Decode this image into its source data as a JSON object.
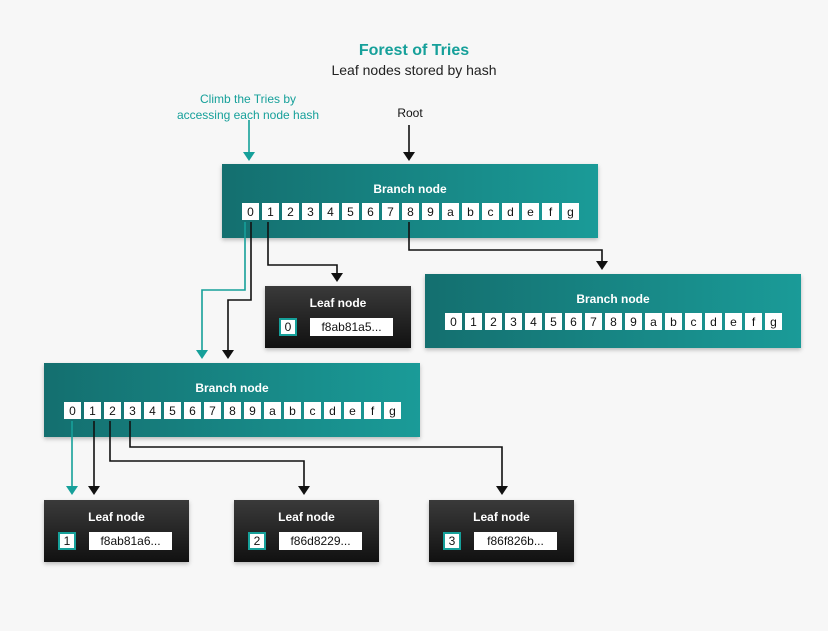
{
  "title": "Forest of Tries",
  "subtitle": "Leaf nodes stored by hash",
  "annotations": {
    "climb_line1": "Climb the Tries by",
    "climb_line2": "accessing each node hash",
    "root": "Root"
  },
  "colors": {
    "teal": "#16a09a",
    "black": "#111111"
  },
  "branch_nodes": [
    {
      "label": "Branch node",
      "cells": [
        "0",
        "1",
        "2",
        "3",
        "4",
        "5",
        "6",
        "7",
        "8",
        "9",
        "a",
        "b",
        "c",
        "d",
        "e",
        "f",
        "g"
      ]
    },
    {
      "label": "Branch node",
      "cells": [
        "0",
        "1",
        "2",
        "3",
        "4",
        "5",
        "6",
        "7",
        "8",
        "9",
        "a",
        "b",
        "c",
        "d",
        "e",
        "f",
        "g"
      ]
    },
    {
      "label": "Branch node",
      "cells": [
        "0",
        "1",
        "2",
        "3",
        "4",
        "5",
        "6",
        "7",
        "8",
        "9",
        "a",
        "b",
        "c",
        "d",
        "e",
        "f",
        "g"
      ]
    }
  ],
  "leaf_nodes": [
    {
      "label": "Leaf node",
      "key": "0",
      "hash": "f8ab81a5..."
    },
    {
      "label": "Leaf node",
      "key": "1",
      "hash": "f8ab81a6..."
    },
    {
      "label": "Leaf node",
      "key": "2",
      "hash": "f86d8229..."
    },
    {
      "label": "Leaf node",
      "key": "3",
      "hash": "f86f826b..."
    }
  ]
}
